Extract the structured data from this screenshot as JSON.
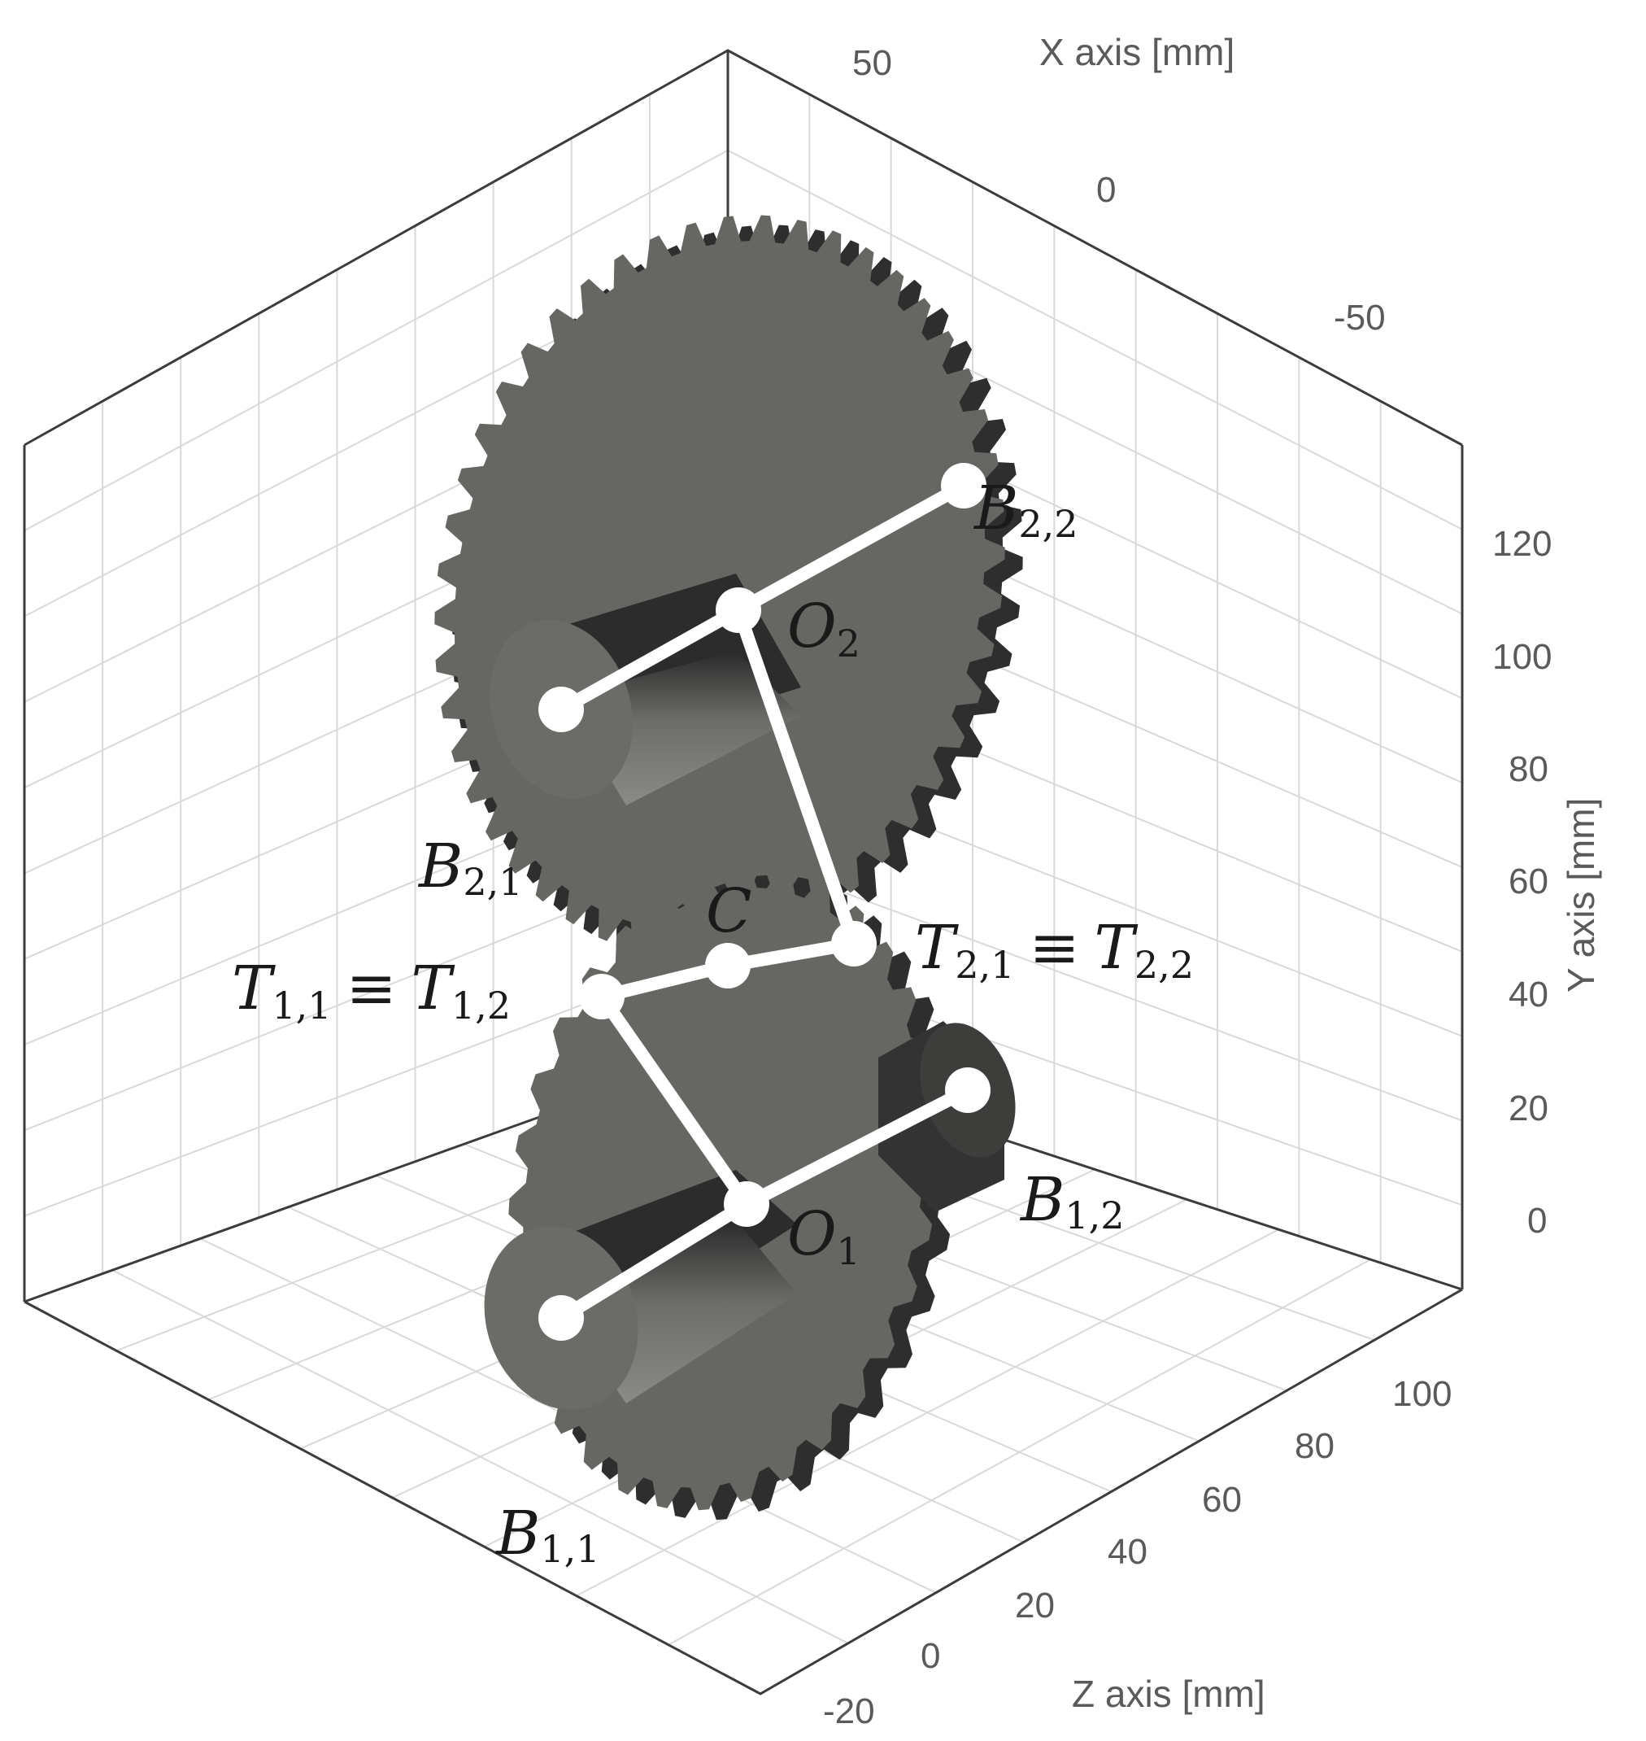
{
  "axes": {
    "x": {
      "title": "X axis [mm]",
      "ticks": [
        "50",
        "0",
        "-50"
      ]
    },
    "y": {
      "title": "Y axis [mm]",
      "ticks": [
        "120",
        "100",
        "80",
        "60",
        "40",
        "20",
        "0"
      ]
    },
    "z": {
      "title": "Z axis [mm]",
      "ticks": [
        "100",
        "80",
        "60",
        "40",
        "20",
        "0",
        "-20"
      ]
    }
  },
  "points": {
    "B22": {
      "letter": "B",
      "sub": "2,2"
    },
    "O2": {
      "letter": "O",
      "sub": "2"
    },
    "B21": {
      "letter": "B",
      "sub": "2,1"
    },
    "C": {
      "letter": "C",
      "sub": ""
    },
    "T11": {
      "letter": "T",
      "sub": "1,1"
    },
    "T12": {
      "letter": "T",
      "sub": "1,2"
    },
    "T21": {
      "letter": "T",
      "sub": "2,1"
    },
    "T22": {
      "letter": "T",
      "sub": "2,2"
    },
    "B12": {
      "letter": "B",
      "sub": "1,2"
    },
    "O1": {
      "letter": "O",
      "sub": "1"
    },
    "B11": {
      "letter": "B",
      "sub": "1,1"
    }
  },
  "equiv_symbol": "≡",
  "colors": {
    "gear_face": "#666663",
    "gear_tooth_side": "#2e2e2e",
    "hub_dark": "#2c2c2c",
    "link": "#ffffff",
    "grid": "#d9d9d9",
    "box": "#3c3c3c"
  }
}
